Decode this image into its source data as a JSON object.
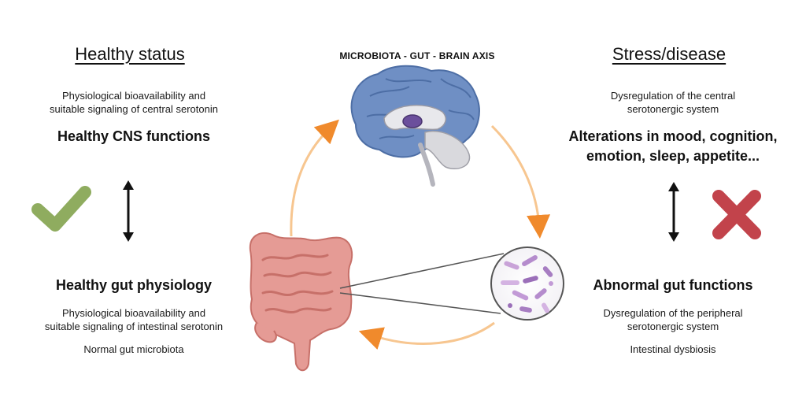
{
  "axis_title": "MICROBIOTA - GUT - BRAIN AXIS",
  "left": {
    "heading": "Healthy status",
    "cns_desc": [
      "Physiological bioavailability and",
      "suitable signaling of central serotonin"
    ],
    "cns_title": "Healthy CNS functions",
    "gut_title": "Healthy gut physiology",
    "gut_desc": [
      "Physiological bioavailability and",
      "suitable signaling of intestinal serotonin"
    ],
    "microbiota": "Normal gut microbiota"
  },
  "right": {
    "heading": "Stress/disease",
    "cns_desc": [
      "Dysregulation of the central",
      "serotonergic system"
    ],
    "cns_title": [
      "Alterations in mood, cognition,",
      "emotion, sleep, appetite..."
    ],
    "gut_title": "Abnormal gut functions",
    "gut_desc": [
      "Dysregulation of the peripheral",
      "serotonergic system"
    ],
    "microbiota": "Intestinal dysbiosis"
  },
  "colors": {
    "check": "#8fac5f",
    "cross": "#c2434b",
    "cycle_arrow": "#f0b060",
    "brain": "#6f8fc4",
    "gut": "#e59b95"
  },
  "icons": [
    "check-icon",
    "cross-icon",
    "brain-icon",
    "intestine-icon",
    "bacteria-magnifier-icon"
  ]
}
